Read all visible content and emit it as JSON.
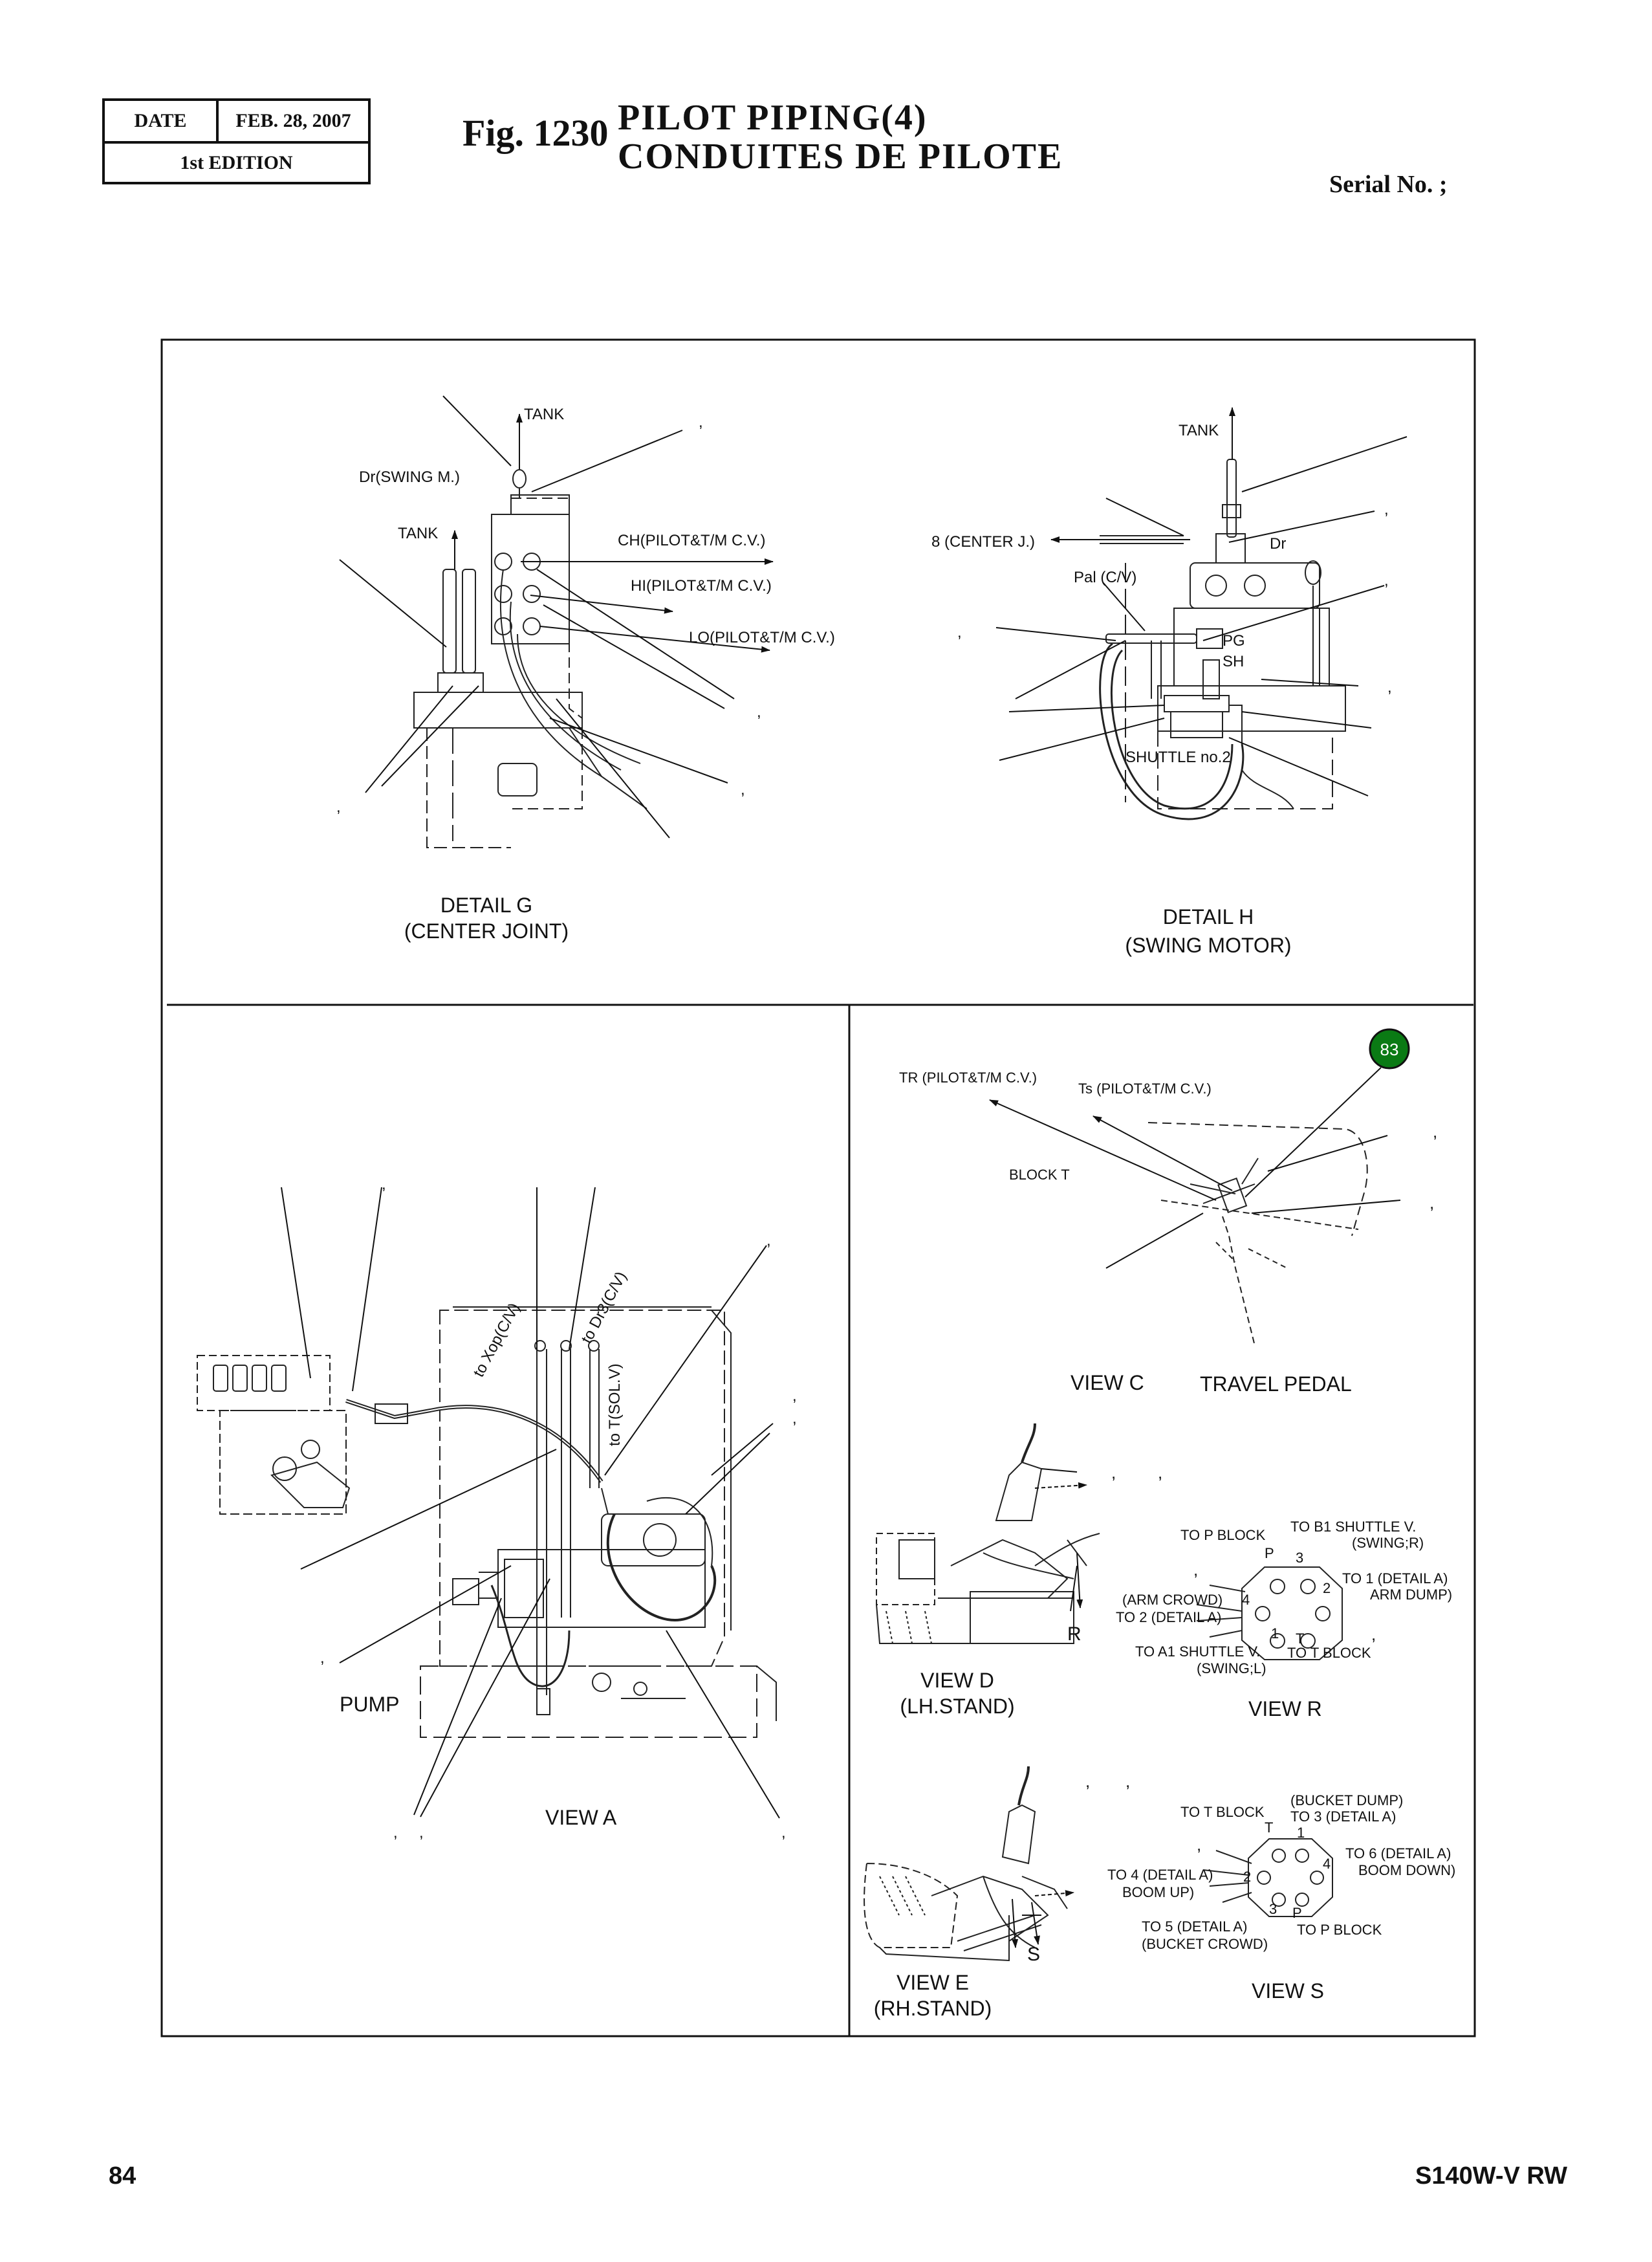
{
  "header": {
    "date_label": "DATE",
    "date_value": "FEB. 28, 2007",
    "edition": "1st EDITION",
    "fig_number": "Fig. 1230",
    "title_en": "PILOT  PIPING(4)",
    "title_fr": "CONDUITES  DE  PILOTE",
    "serial": "Serial No. ;"
  },
  "footer": {
    "page": "84",
    "model": "S140W-V RW"
  },
  "detail_g": {
    "caption1": "DETAIL G",
    "caption2": "(CENTER JOINT)",
    "tank_top": "TANK",
    "dr_swing": "Dr(SWING M.)",
    "tank_left": "TANK",
    "ch": "CH(PILOT&T/M C.V.)",
    "hi": "HI(PILOT&T/M C.V.)",
    "lo": "LO(PILOT&T/M C.V.)"
  },
  "detail_h": {
    "caption1": "DETAIL H",
    "caption2": "(SWING MOTOR)",
    "tank": "TANK",
    "center_j": "8 (CENTER J.)",
    "dr": "Dr",
    "pal": "Pal (C/V)",
    "pg": "PG",
    "sh": "SH",
    "shuttle": "SHUTTLE no.2"
  },
  "view_a": {
    "caption": "VIEW A",
    "pump": "PUMP",
    "to_xop": "to Xop(C/V)",
    "to_dr3": "to Dr3(C/V)",
    "to_t": "to T(SOL.V)"
  },
  "view_c": {
    "caption": "VIEW C",
    "caption2": "TRAVEL PEDAL",
    "tr": "TR (PILOT&T/M C.V.)",
    "ts": "Ts (PILOT&T/M C.V.)",
    "block_t": "BLOCK T",
    "badge": "83",
    "badge_color": "#0a7a14"
  },
  "view_d": {
    "caption1": "VIEW D",
    "caption2": "(LH.STAND)",
    "arrow_label": "R"
  },
  "view_r": {
    "caption": "VIEW R",
    "to_p_block": "TO P BLOCK",
    "to_b1": "TO B1 SHUTTLE V.",
    "swing_r": "(SWING;R)",
    "to_1": "TO 1 (DETAIL A)",
    "arm_dump": "ARM DUMP)",
    "arm_crowd": "(ARM CROWD)",
    "to_2": "TO 2 (DETAIL A)",
    "to_a1": "TO A1 SHUTTLE V.",
    "swing_l": "(SWING;L)",
    "to_t_block": "TO T BLOCK",
    "port_p": "P",
    "port_3": "3",
    "port_2": "2",
    "port_4": "4",
    "port_1": "1",
    "port_t": "T"
  },
  "view_e": {
    "caption1": "VIEW E",
    "caption2": "(RH.STAND)",
    "arrow_label": "S"
  },
  "view_s": {
    "caption": "VIEW S",
    "to_t_block": "TO T BLOCK",
    "bucket_dump": "(BUCKET DUMP)",
    "to_3": "TO 3 (DETAIL A)",
    "to_6": "TO 6 (DETAIL A)",
    "boom_down": "BOOM DOWN)",
    "to_4": "TO 4 (DETAIL A)",
    "boom_up": "BOOM UP)",
    "to_5": "TO 5 (DETAIL A)",
    "bucket_crowd": "(BUCKET CROWD)",
    "to_p_block": "TO P BLOCK",
    "port_t": "T",
    "port_1": "1",
    "port_2": "2",
    "port_4": "4",
    "port_3": "3",
    "port_p": "P"
  },
  "commas": ","
}
